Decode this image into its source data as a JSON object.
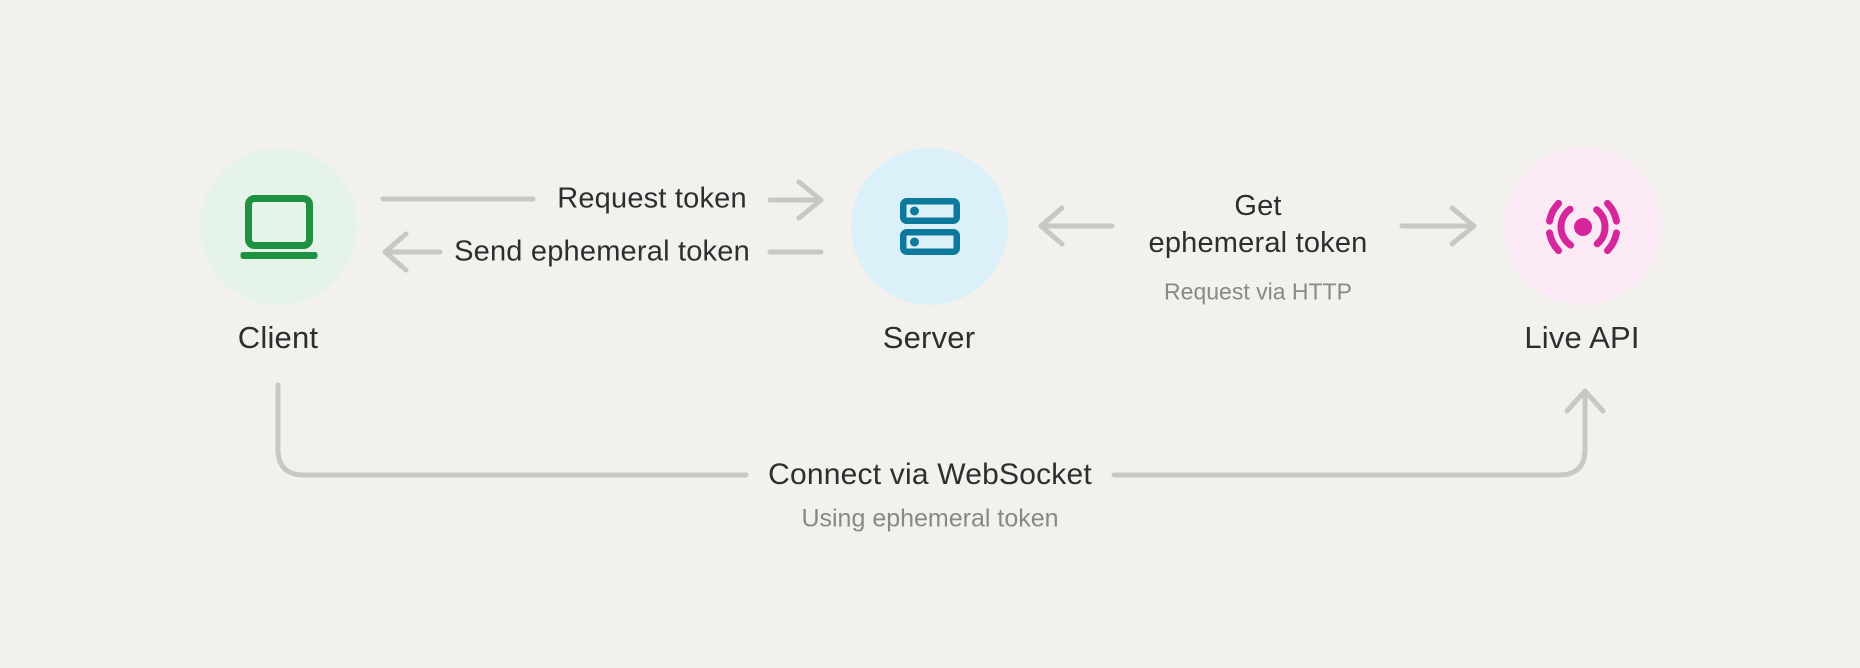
{
  "diagram": {
    "nodes": {
      "client": {
        "label": "Client",
        "icon": "laptop-icon",
        "icon_color": "#1e9143",
        "circle_color": "#e5f3e8"
      },
      "server": {
        "label": "Server",
        "icon": "server-icon",
        "icon_color": "#0d7a9c",
        "circle_color": "#dcf0fa"
      },
      "live_api": {
        "label": "Live API",
        "icon": "broadcast-icon",
        "icon_color": "#d6269b",
        "circle_color": "#fce9f6"
      }
    },
    "edges": {
      "request_token": {
        "label": "Request token",
        "from": "Client",
        "to": "Server"
      },
      "send_ephemeral_token": {
        "label": "Send ephemeral token",
        "from": "Server",
        "to": "Client"
      },
      "get_ephemeral_token": {
        "label_lines": [
          "Get",
          "ephemeral token"
        ],
        "sublabel": "Request via HTTP",
        "from": "Server",
        "to": "Live API"
      },
      "connect_websocket": {
        "label": "Connect via WebSocket",
        "sublabel": "Using ephemeral token",
        "from": "Client",
        "to": "Live API"
      }
    },
    "colors": {
      "background": "#f2f1ee",
      "connector": "#c9c7c4",
      "text_primary": "#2e2e2e",
      "text_secondary": "#8a8885"
    }
  }
}
